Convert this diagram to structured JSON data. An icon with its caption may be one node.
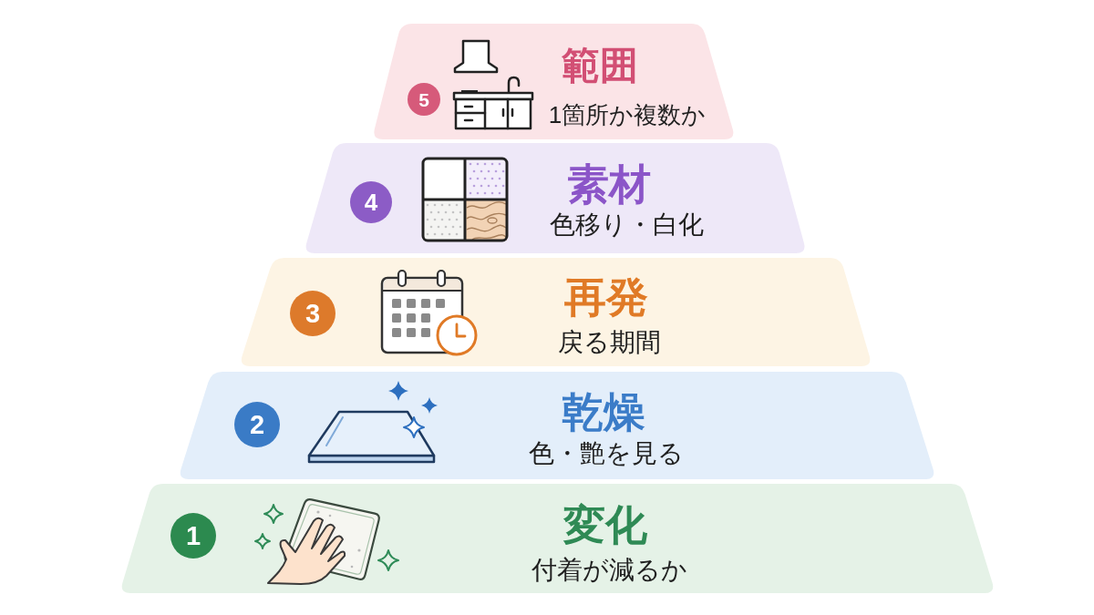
{
  "diagram": {
    "nodes": [
      {
        "text": [
          "範囲",
          "1箇所か複数か"
        ]
      },
      {
        "text": [
          "5"
        ],
        "in": 0
      },
      {
        "text": [
          "素材",
          "色移り・白化"
        ]
      },
      {
        "text": [
          "4"
        ],
        "in": 2
      },
      {
        "text": [
          "再発",
          "戻る期間"
        ]
      },
      {
        "text": [
          "3"
        ],
        "in": 4
      },
      {
        "text": [
          "乾燥",
          "色・艶を見る"
        ]
      },
      {
        "text": [
          "2"
        ],
        "in": 6
      },
      {
        "text": [
          "変化",
          "付着が減るか"
        ]
      },
      {
        "text": [
          "1"
        ],
        "in": 8
      }
    ]
  }
}
